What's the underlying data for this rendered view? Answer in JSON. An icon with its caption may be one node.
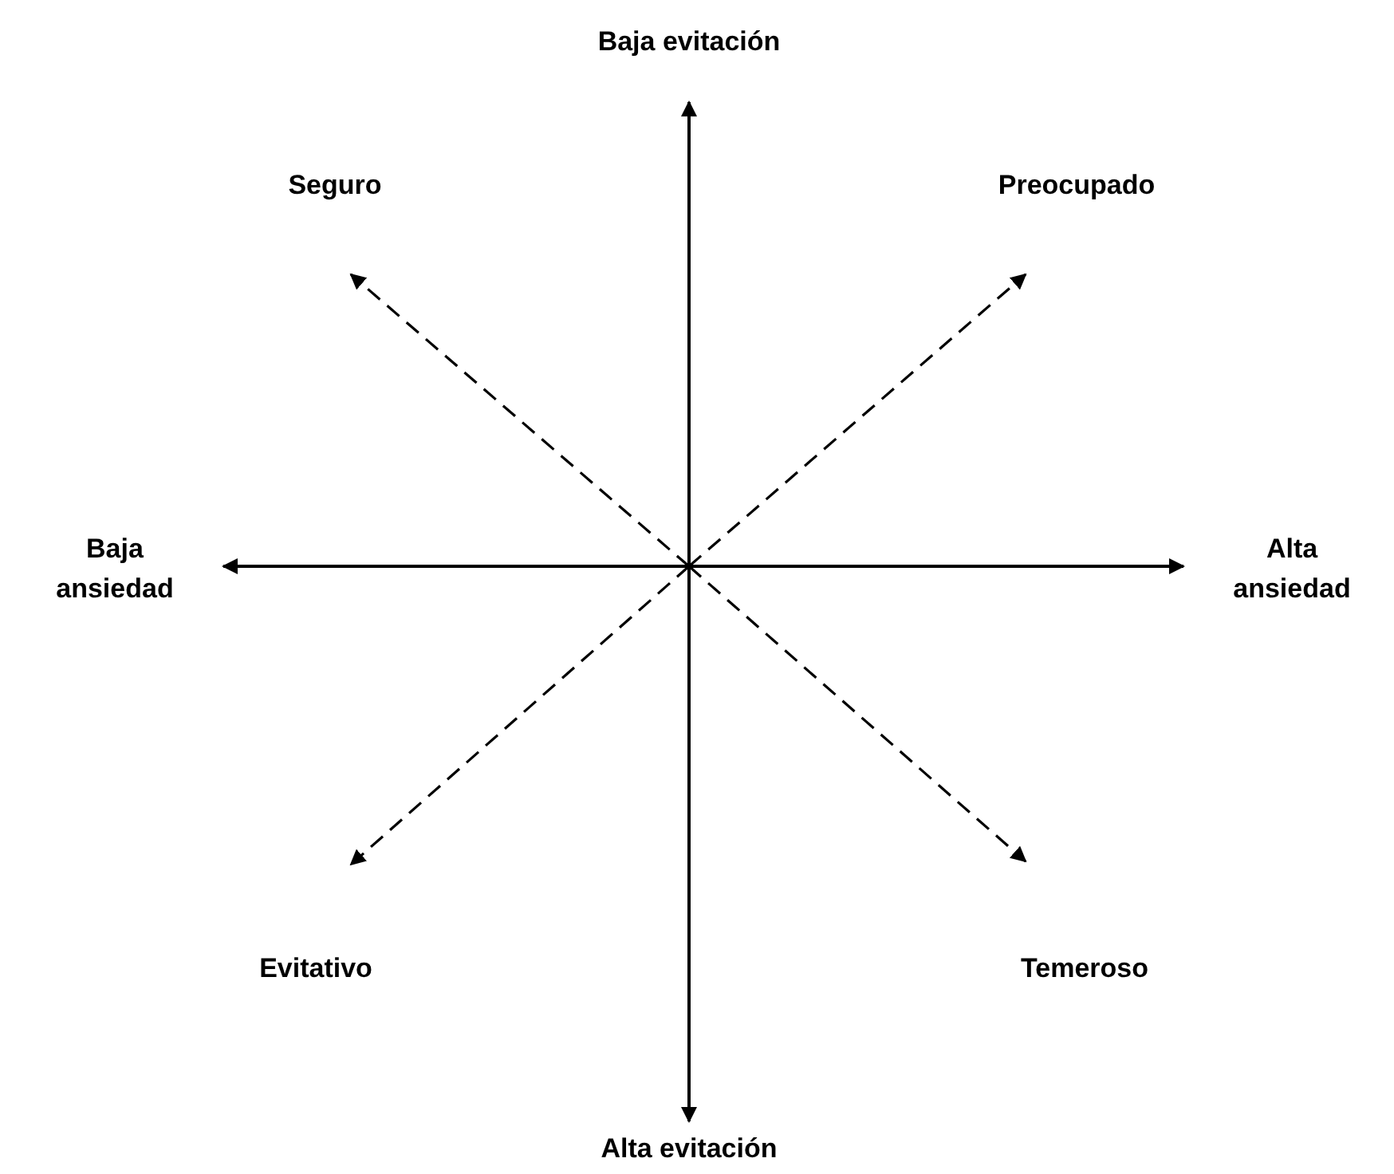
{
  "diagram": {
    "nodes": [
      {
        "text": [
          "Baja evitación"
        ]
      },
      {
        "text": [
          "Seguro"
        ]
      },
      {
        "text": [
          "Preocupado"
        ]
      },
      {
        "text": [
          "Baja ansiedad"
        ]
      },
      {
        "text": [
          "Alta ansiedad"
        ]
      },
      {
        "text": [
          "Evitativo"
        ]
      },
      {
        "text": [
          "Temeroso"
        ]
      },
      {
        "text": [
          "Alta evitación"
        ]
      }
    ],
    "edges": [
      {
        "from": 0,
        "to": 7,
        "arrow": "both"
      },
      {
        "from": 3,
        "to": 4,
        "arrow": "both"
      },
      {
        "from": null,
        "to": 1,
        "arrow": "to",
        "style": "dashed"
      },
      {
        "from": null,
        "to": 2,
        "arrow": "to",
        "style": "dashed"
      },
      {
        "from": null,
        "to": 5,
        "arrow": "to",
        "style": "dashed"
      },
      {
        "from": null,
        "to": 6,
        "arrow": "to",
        "style": "dashed"
      }
    ]
  }
}
